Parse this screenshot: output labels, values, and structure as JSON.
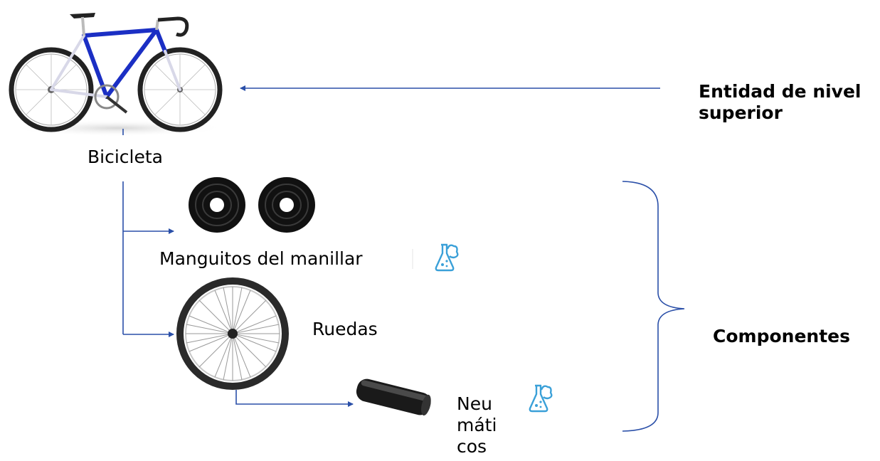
{
  "labels": {
    "bicycle": "Bicicleta",
    "handlebar_grips": "Manguitos del manillar",
    "wheels": "Ruedas",
    "tires": [
      "Neu",
      "máti",
      "cos"
    ],
    "top_level_entity": [
      "Entidad de nivel",
      "superior"
    ],
    "components": "Componentes"
  },
  "icons": {
    "bicycle": "bicycle-icon",
    "grips": "handlebar-grip-rolls-icon",
    "wheel": "wheel-icon",
    "tire": "tire-icon",
    "chemistry": "chemistry-flask-icon"
  },
  "colors": {
    "connector": "#2a4fa8",
    "bike_frame": "#1b2fc4",
    "flask": "#3aa0d8"
  }
}
